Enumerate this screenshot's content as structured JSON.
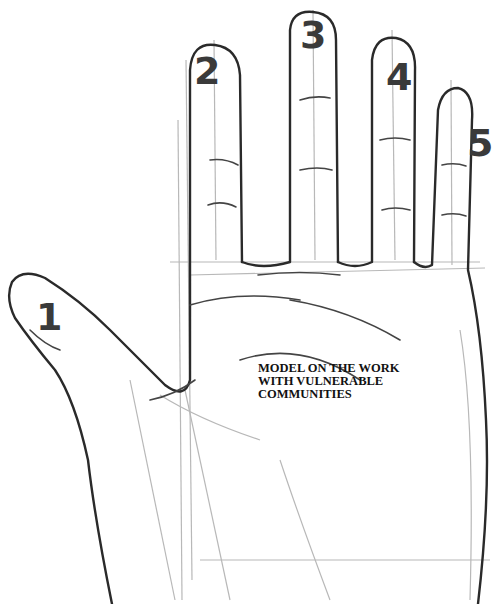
{
  "diagram": {
    "labels": [
      "1",
      "2",
      "3",
      "4",
      "5",
      "MODEL ON THE WORK WITH VULNERABLE COMMUNITIES"
    ]
  }
}
